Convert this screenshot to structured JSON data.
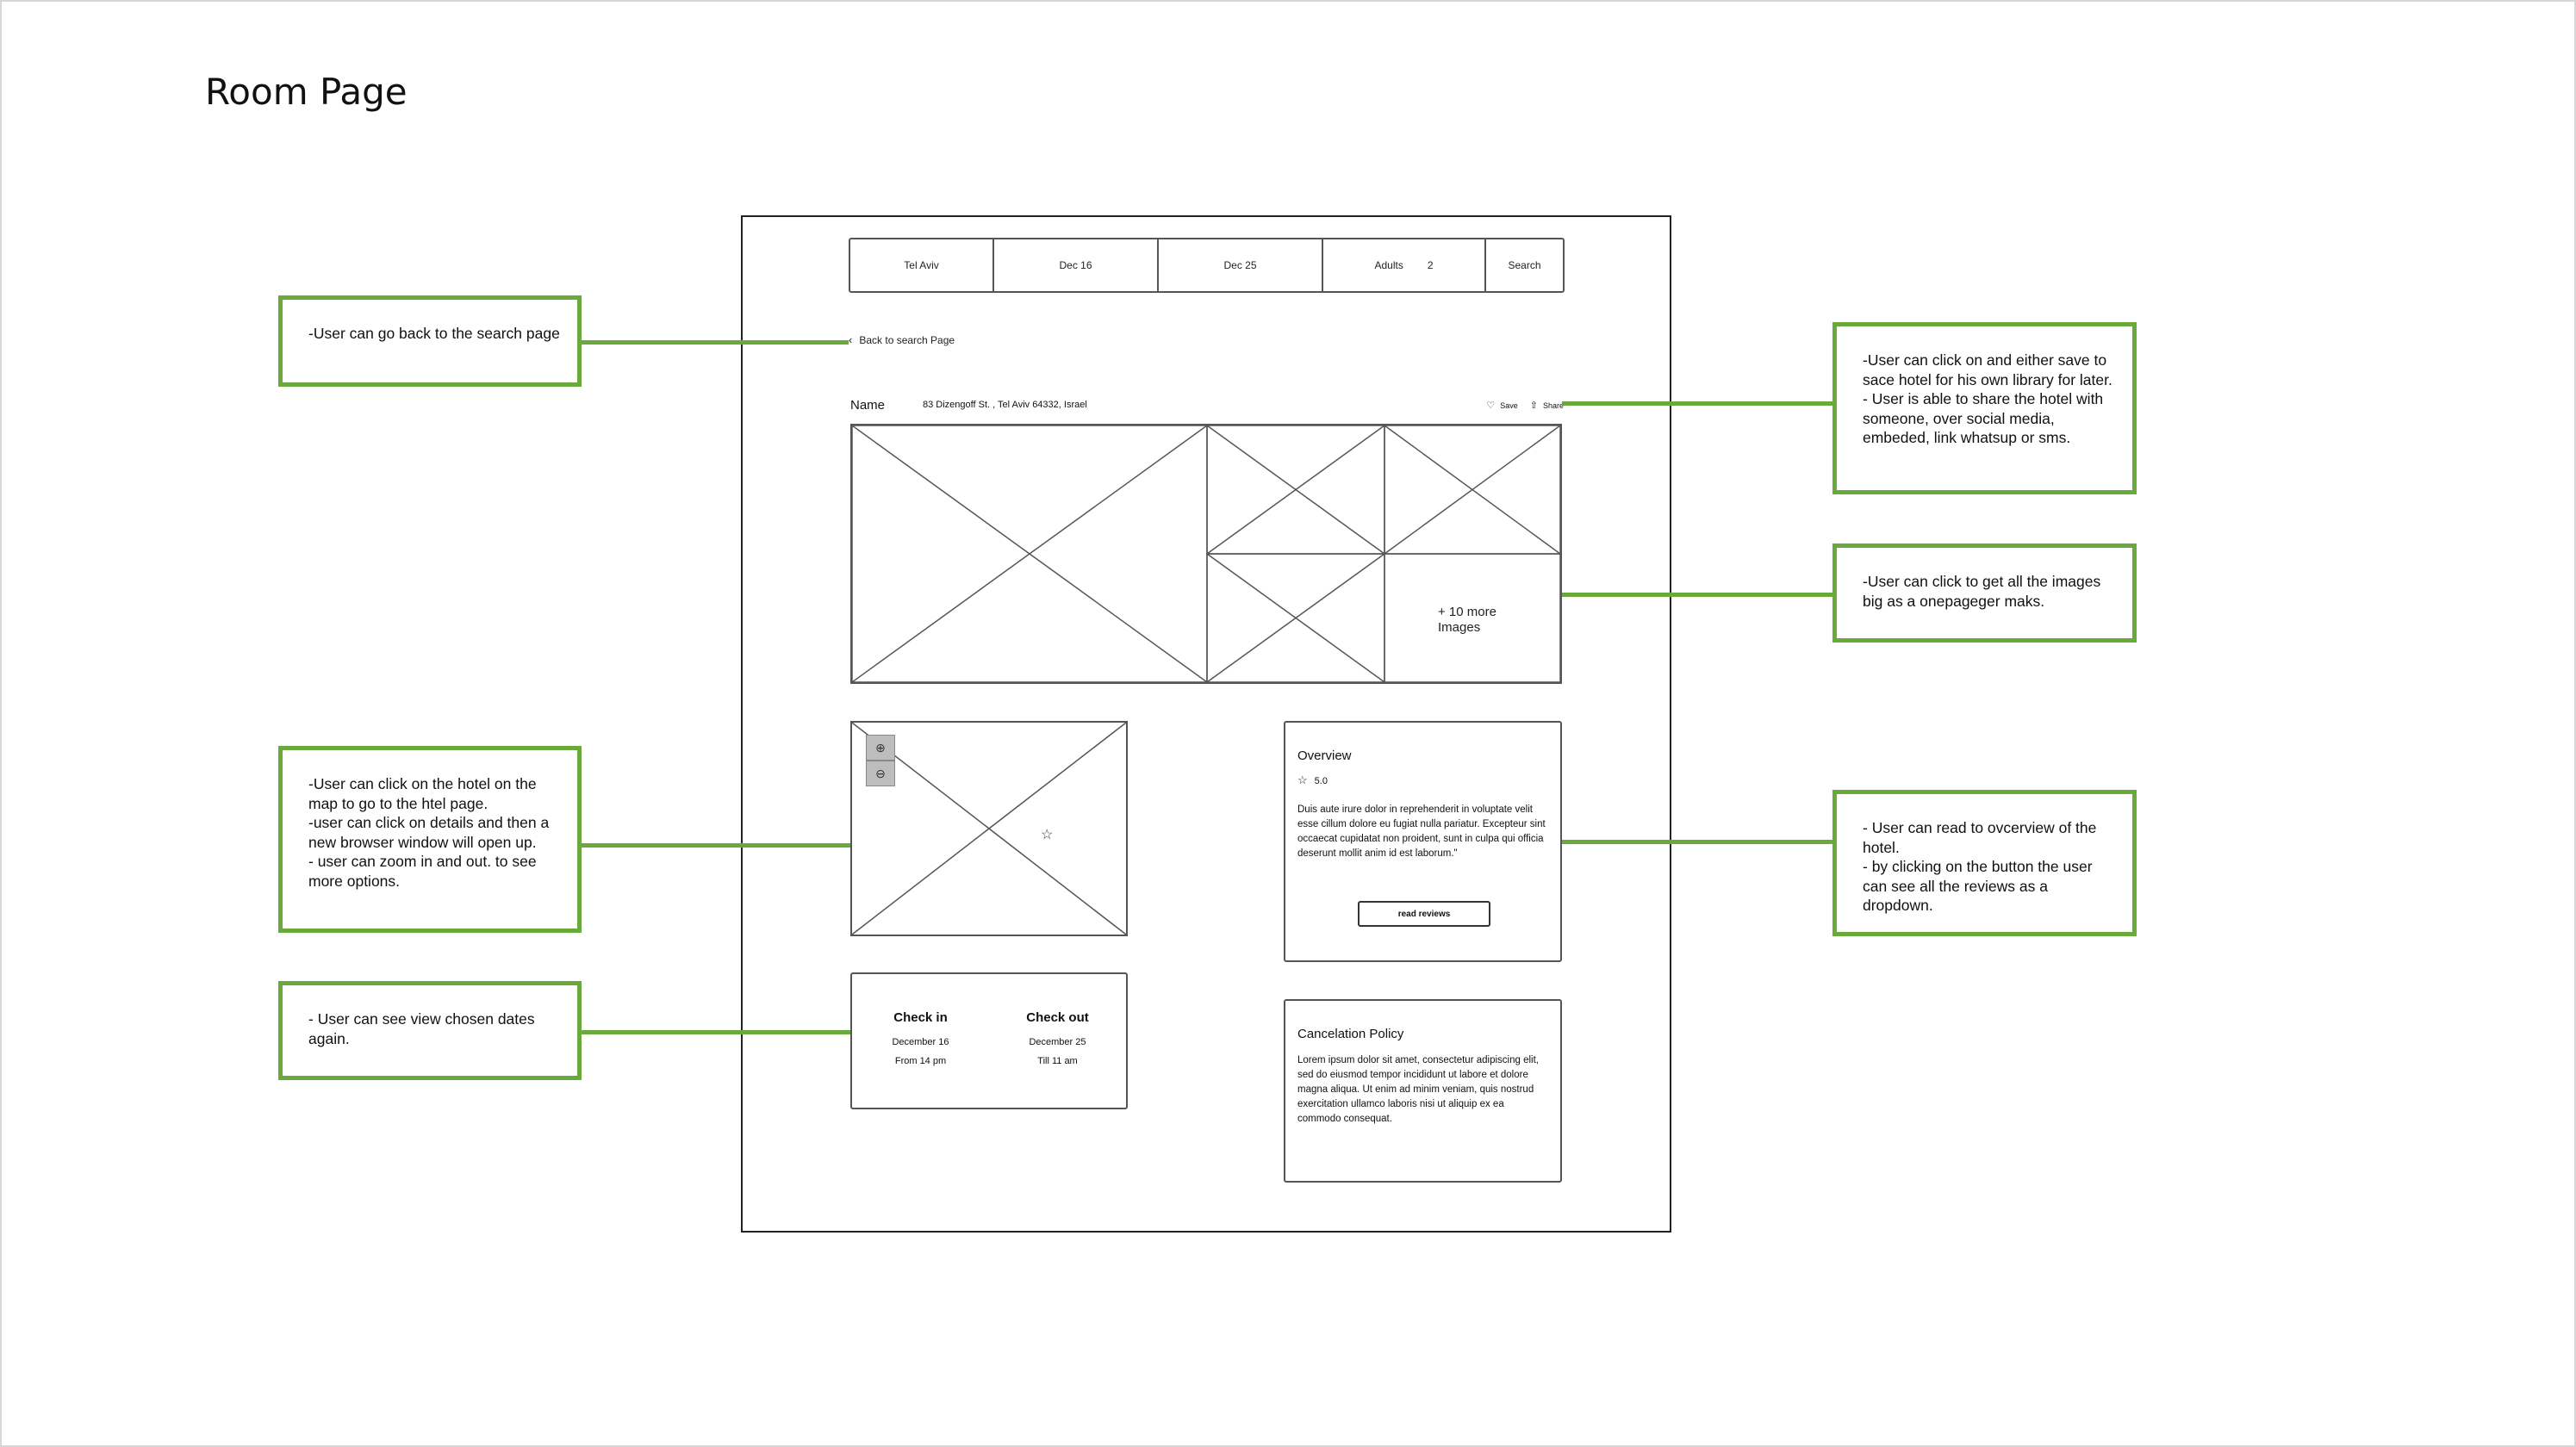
{
  "page_title": "Room Page",
  "search_bar": {
    "city": "Tel Aviv",
    "check_in": "Dec 16",
    "check_out": "Dec 25",
    "adults_label": "Adults",
    "adults_count": "2",
    "search_label": "Search"
  },
  "back_link": "Back to search Page",
  "hotel": {
    "name": "Name",
    "address": "83 Dizengoff St. , Tel Aviv 64332, Israel",
    "save_label": "Save",
    "share_label": "Share"
  },
  "gallery": {
    "more_images": "+ 10 more\nImages"
  },
  "stay_dates": {
    "check_in_title": "Check in",
    "check_in_date": "December 16",
    "check_in_time": "From 14 pm",
    "check_out_title": "Check out",
    "check_out_date": "December 25",
    "check_out_time": "Till 11 am"
  },
  "overview": {
    "title": "Overview",
    "rating": "5.0",
    "text": "Duis aute irure dolor in reprehenderit in voluptate velit esse cillum dolore eu fugiat nulla pariatur. Excepteur sint occaecat cupidatat non proident, sunt in culpa qui officia deserunt mollit anim id est laborum.\"",
    "read_reviews_label": "read reviews"
  },
  "cancelation": {
    "title": "Cancelation Policy",
    "text": "Lorem ipsum dolor sit amet, consectetur adipiscing elit, sed do eiusmod tempor incididunt ut labore et dolore magna aliqua. Ut enim ad minim veniam, quis nostrud exercitation ullamco laboris nisi ut aliquip ex ea commodo consequat."
  },
  "annotations": {
    "back": "-User can go back to the search page",
    "map": "-User can click on the hotel on the map to go to the htel page.\n-user can click on details and then a new browser window will open up.\n- user can zoom in and out. to see more options.",
    "dates": "- User can see view chosen dates again.",
    "save_share": "-User can click on and either save to sace hotel for his own library for later.\n- User is able to share the hotel with someone, over social media, embeded, link whatsup or sms.",
    "images": "-User can click to get all the images big as a onepageger maks.",
    "overview": "- User can read to ovcerview of the hotel.\n- by clicking on the button the user can see all the reviews as a dropdown."
  },
  "colors": {
    "annotation_green": "#6aaa3a",
    "wireframe_line": "#555555"
  },
  "icons": [
    "chevron-left-icon",
    "heart-icon",
    "share-icon",
    "zoom-in-icon",
    "zoom-out-icon",
    "star-icon",
    "map-pin-star-icon"
  ]
}
